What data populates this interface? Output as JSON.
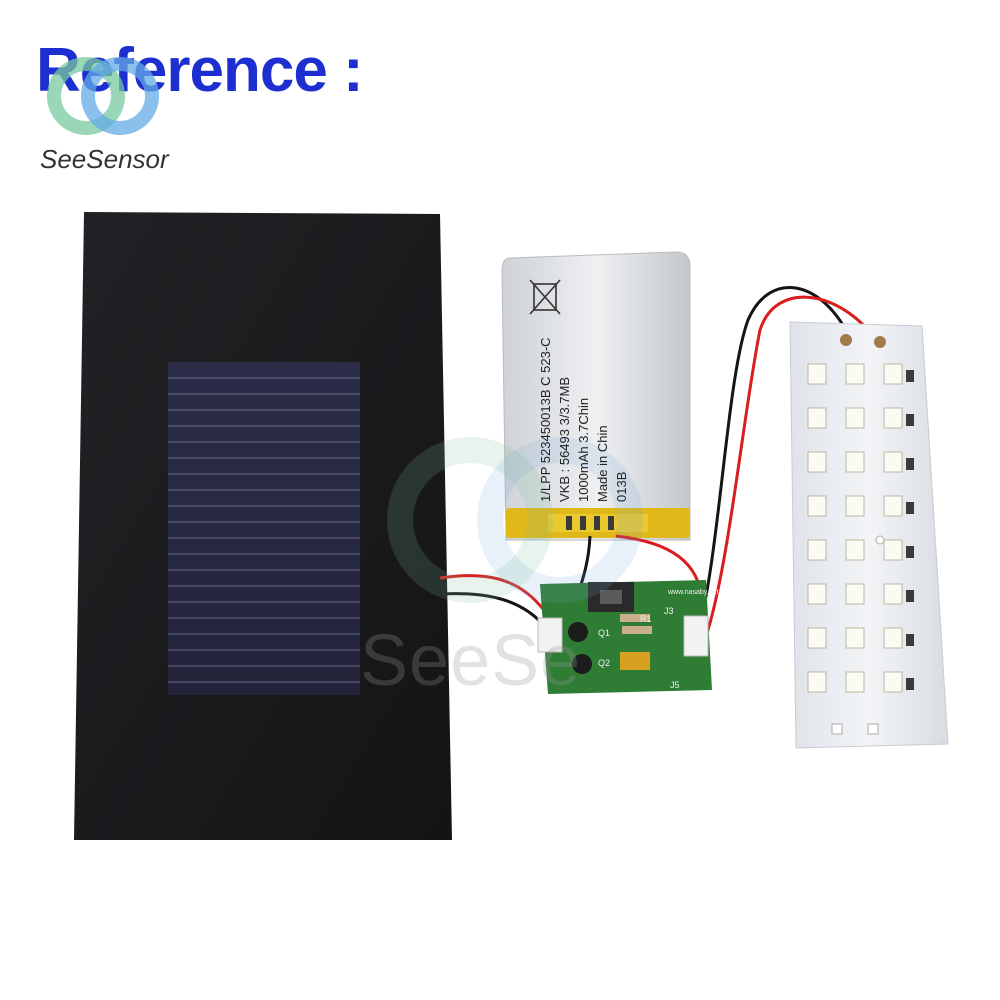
{
  "header": {
    "title": "Reference :",
    "brand": "SeeSensor"
  },
  "battery": {
    "label_lines": [
      "1/LPP 523450013B C 523-C",
      "VKB : 56493 3/3.7MB",
      "1000mAh 3.7Chin",
      "Made in Chin",
      "013B"
    ]
  },
  "pcb": {
    "url": "www.nasaby.net",
    "labels": [
      "Q1",
      "R1",
      "Q2",
      "J3",
      "J5"
    ]
  },
  "watermark": {
    "text": "SeeSe"
  },
  "colors": {
    "heading": "#1d2fd0",
    "solar_panel": "#1a1a1d",
    "solar_cell": "#2a2c45",
    "pcb_green": "#2f7d35",
    "led_board": "#e6e9ee",
    "wire_red": "#d81e1e",
    "wire_black": "#151515"
  }
}
